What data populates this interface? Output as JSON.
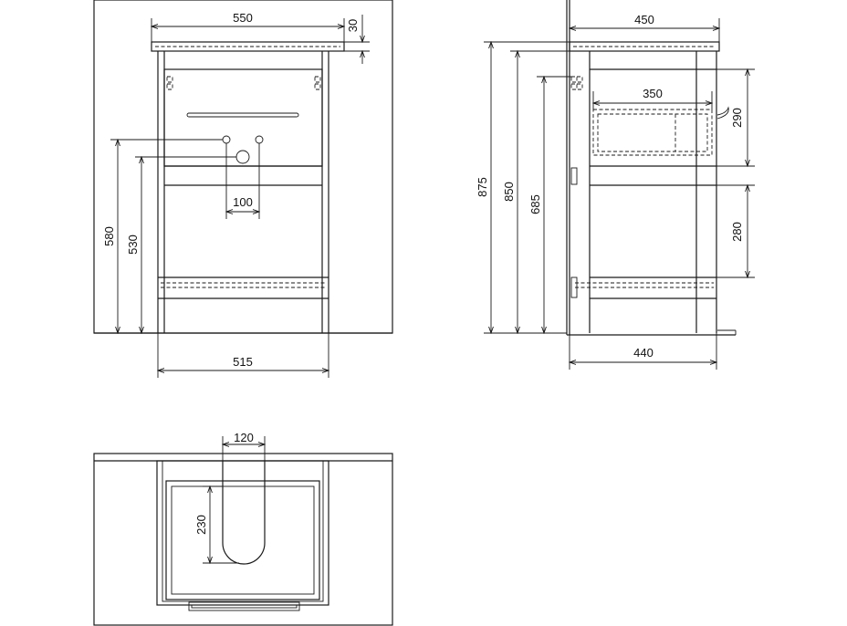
{
  "front_view": {
    "width_top": "550",
    "top_thickness": "30",
    "drain_height": "580",
    "inlet_height": "530",
    "inlet_spacing": "100",
    "width_bottom": "515"
  },
  "side_view": {
    "depth_top": "450",
    "inner_depth": "350",
    "drawer_height": "290",
    "opening_height": "280",
    "total_height": "875",
    "frame_height": "850",
    "drawer_bottom_height": "685",
    "depth_bottom": "440"
  },
  "top_view": {
    "cutout_width": "120",
    "cutout_depth": "230"
  }
}
